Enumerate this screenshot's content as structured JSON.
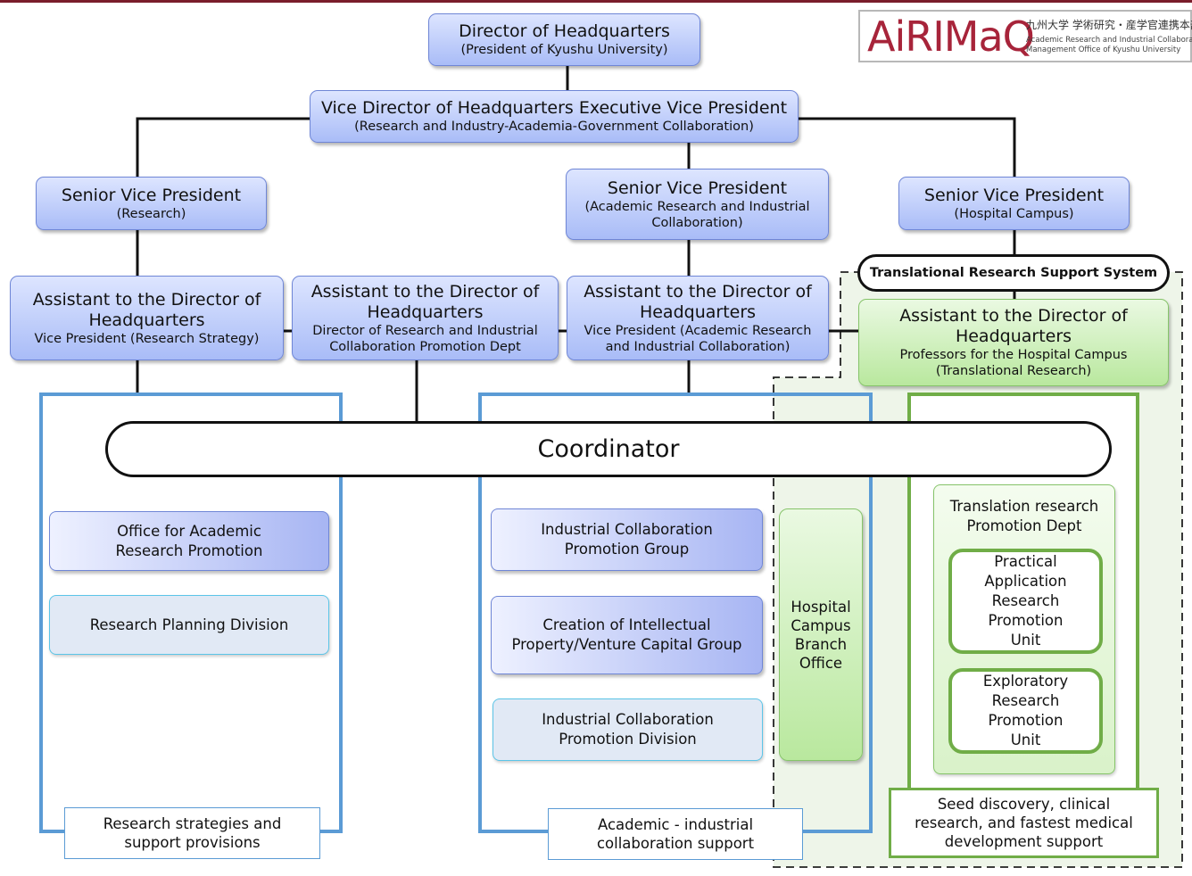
{
  "logo": {
    "main": "AiRIMaQ",
    "jp": "九州大学 学術研究・産学官連携本部",
    "en_line1": "Academic Research and Industrial Collaboration",
    "en_line2": "Management Office of Kyushu University"
  },
  "director": {
    "title": "Director of Headquarters",
    "sub": "(President of Kyushu University)"
  },
  "vice_director": {
    "title": "Vice Director of Headquarters Executive Vice President",
    "sub": "(Research and Industry-Academia-Government Collaboration)"
  },
  "svp": [
    {
      "title": "Senior Vice President",
      "sub": "(Research)"
    },
    {
      "title": "Senior Vice President",
      "sub": "(Academic Research and Industrial Collaboration)"
    },
    {
      "title": "Senior Vice President",
      "sub": "(Hospital Campus)"
    }
  ],
  "trss": "Translational Research Support System",
  "assistants": [
    {
      "title": "Assistant to the Director of Headquarters",
      "sub": "Vice President (Research Strategy)"
    },
    {
      "title": "Assistant to the Director of Headquarters",
      "sub": "Director of Research and Industrial Collaboration Promotion Dept"
    },
    {
      "title": "Assistant to the Director of Headquarters",
      "sub": "Vice President (Academic Research and Industrial Collaboration)"
    },
    {
      "title": "Assistant to the Director of Headquarters",
      "sub": "Professors for the Hospital Campus (Translational Research)"
    }
  ],
  "coordinator": "Coordinator",
  "left_units": {
    "office": "Office for Academic Research Promotion",
    "planning": "Research Planning Division",
    "caption": "Research strategies and support provisions"
  },
  "center_units": {
    "icp_group": "Industrial Collaboration Promotion Group",
    "ip_group": "Creation of Intellectual Property/Venture Capital Group",
    "icp_division": "Industrial Collaboration Promotion Division",
    "caption": "Academic - industrial collaboration support"
  },
  "hospital_branch": "Hospital Campus Branch Office",
  "right_units": {
    "dept": "Translation research Promotion Dept",
    "practical": "Practical Application Research Promotion Unit",
    "exploratory": "Exploratory Research Promotion Unit",
    "caption": "Seed discovery, clinical research, and fastest medical development support"
  },
  "colors": {
    "brand": "#a7243a",
    "blue_frame": "#5b9bd5",
    "green_frame": "#70ad47",
    "box_blue": "#a9bcf7",
    "box_green": "#b9e89e"
  }
}
